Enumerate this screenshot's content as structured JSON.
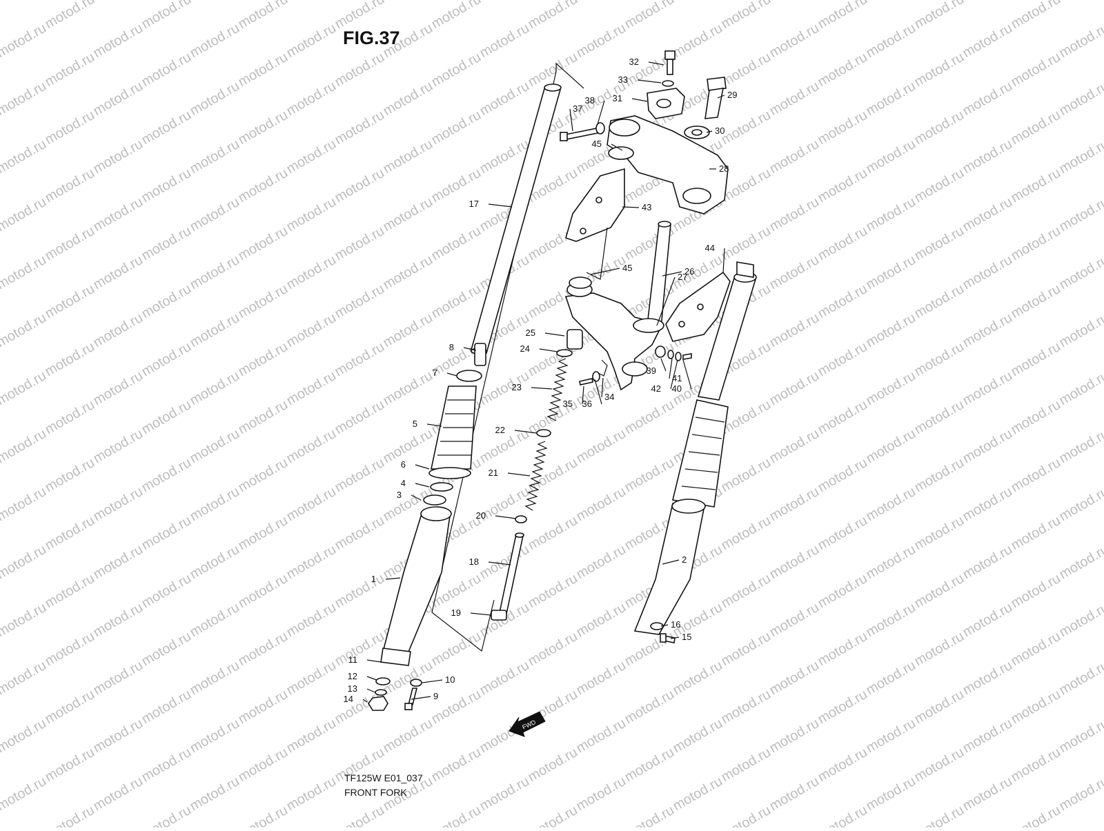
{
  "figure": {
    "title": "FIG.37",
    "model_code": "TF125W E01_037",
    "caption": "FRONT FORK",
    "watermark": "motod.ru",
    "fwd_label": "FWD"
  },
  "callouts": [
    "1",
    "2",
    "3",
    "4",
    "5",
    "6",
    "7",
    "8",
    "9",
    "10",
    "11",
    "12",
    "13",
    "14",
    "15",
    "16",
    "17",
    "18",
    "19",
    "20",
    "21",
    "22",
    "23",
    "24",
    "25",
    "26",
    "27",
    "28",
    "29",
    "30",
    "31",
    "32",
    "33",
    "34",
    "35",
    "36",
    "37",
    "38",
    "39",
    "40",
    "41",
    "42",
    "43",
    "44",
    "45",
    "45"
  ],
  "colors": {
    "ink": "#111111",
    "watermark": "#bdbdbd",
    "background": "#ffffff"
  }
}
